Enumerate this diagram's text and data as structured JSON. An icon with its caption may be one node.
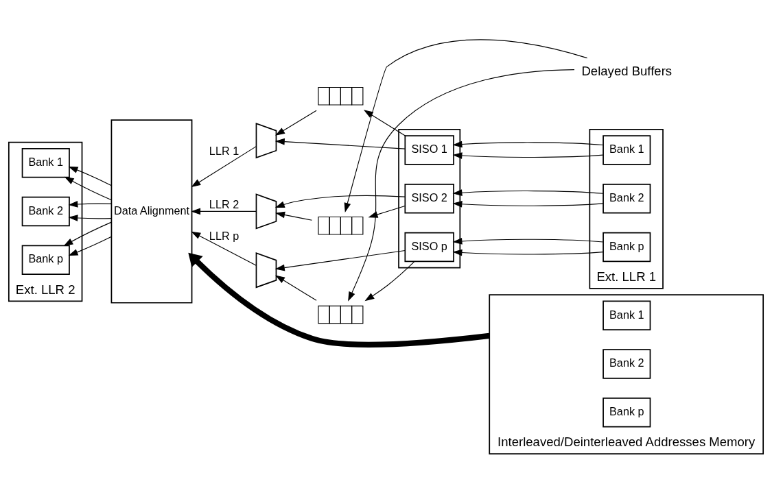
{
  "diagram": {
    "nodes": [
      {
        "text": [
          "Ext. LLR 2"
        ]
      },
      {
        "text": [
          "Bank 1"
        ],
        "in": 0
      },
      {
        "text": [
          "Bank 2"
        ],
        "in": 0
      },
      {
        "text": [
          "Bank p"
        ],
        "in": 0
      },
      {
        "text": [
          "Data Alignment"
        ]
      },
      {
        "text": [],
        "shape": "trapezoid"
      },
      {
        "text": [],
        "shape": "bar"
      },
      {
        "text": [],
        "shape": "trapezoid"
      },
      {
        "text": [],
        "shape": "bar"
      },
      {
        "text": [],
        "shape": "trapezoid"
      },
      {
        "text": [],
        "shape": "bar"
      },
      {
        "text": [],
        "shape": "box"
      },
      {
        "text": [
          "SISO 1"
        ],
        "in": 11
      },
      {
        "text": [
          "SISO 2"
        ],
        "in": 11
      },
      {
        "text": [
          "SISO p"
        ],
        "in": 11
      },
      {
        "text": [
          "Ext. LLR 1"
        ]
      },
      {
        "text": [
          "Bank 1"
        ],
        "in": 15
      },
      {
        "text": [
          "Bank 2"
        ],
        "in": 15
      },
      {
        "text": [
          "Bank p"
        ],
        "in": 15
      },
      {
        "text": [
          "Delayed Buffers"
        ]
      },
      {
        "text": [
          "Interleaved/Deinterleaved Addresses Memory"
        ]
      },
      {
        "text": [
          "Bank 1"
        ],
        "in": 20
      },
      {
        "text": [
          "Bank 2"
        ],
        "in": 20
      },
      {
        "text": [
          "Bank p"
        ],
        "in": 20
      }
    ],
    "edges": [
      {
        "from": 16,
        "to": 12,
        "arrow": "to"
      },
      {
        "from": 16,
        "to": 12,
        "arrow": "to"
      },
      {
        "from": 17,
        "to": 13,
        "arrow": "to"
      },
      {
        "from": 17,
        "to": 13,
        "arrow": "to"
      },
      {
        "from": 18,
        "to": 14,
        "arrow": "to"
      },
      {
        "from": 18,
        "to": 14,
        "arrow": "to"
      },
      {
        "from": 12,
        "to": 5,
        "arrow": "to"
      },
      {
        "from": 12,
        "to": 6,
        "arrow": "to"
      },
      {
        "from": 6,
        "to": 5,
        "arrow": "to"
      },
      {
        "from": 13,
        "to": 7,
        "arrow": "to"
      },
      {
        "from": 13,
        "to": 8,
        "arrow": "to"
      },
      {
        "from": 8,
        "to": 7,
        "arrow": "to"
      },
      {
        "from": 14,
        "to": 9,
        "arrow": "to"
      },
      {
        "from": 14,
        "to": 10,
        "arrow": "to"
      },
      {
        "from": 10,
        "to": 9,
        "arrow": "to"
      },
      {
        "from": 5,
        "to": 4,
        "arrow": "to",
        "label": "LLR 1"
      },
      {
        "from": 7,
        "to": 4,
        "arrow": "to",
        "label": "LLR 2"
      },
      {
        "from": 9,
        "to": 4,
        "arrow": "to",
        "label": "LLR p"
      },
      {
        "from": 4,
        "to": 1,
        "arrow": "to"
      },
      {
        "from": 4,
        "to": 1,
        "arrow": "to"
      },
      {
        "from": 4,
        "to": 2,
        "arrow": "to"
      },
      {
        "from": 4,
        "to": 2,
        "arrow": "to"
      },
      {
        "from": 4,
        "to": 3,
        "arrow": "to"
      },
      {
        "from": 4,
        "to": 3,
        "arrow": "to"
      },
      {
        "from": 19,
        "to": 8,
        "arrow": "to"
      },
      {
        "from": 19,
        "to": 10,
        "arrow": "to"
      },
      {
        "from": 20,
        "to": 4,
        "arrow": "to",
        "style": "thick"
      }
    ]
  }
}
